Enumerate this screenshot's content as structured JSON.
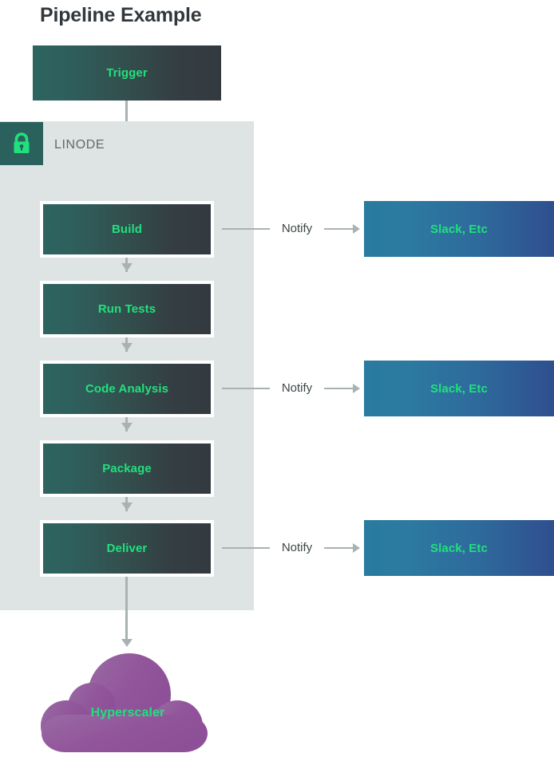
{
  "page": {
    "title": "Pipeline Example",
    "background": "#ffffff"
  },
  "colors": {
    "title_text": "#32373c",
    "panel_background": "#dde4e3",
    "badge_background": "#2a615c",
    "stage_gradient_start": "#2d6460",
    "stage_gradient_end": "#333a3f",
    "sink_gradient_start": "#2a7ba0",
    "sink_gradient_end": "#2f4f8e",
    "accent_green": "#21e07e",
    "connector_gray": "#a9b2b2",
    "notify_text": "#3d4548",
    "cloud_purple_light": "#9a64a0",
    "cloud_purple_dark": "#8e4f96",
    "panel_label_text": "#5f6b6a"
  },
  "trigger": {
    "label": "Trigger"
  },
  "linode_panel": {
    "label": "LINODE",
    "badge_icon": "lock-icon"
  },
  "stages": [
    {
      "id": "build",
      "label": "Build",
      "notifies": true
    },
    {
      "id": "run-tests",
      "label": "Run Tests",
      "notifies": false
    },
    {
      "id": "code-analysis",
      "label": "Code Analysis",
      "notifies": true
    },
    {
      "id": "package",
      "label": "Package",
      "notifies": false
    },
    {
      "id": "deliver",
      "label": "Deliver",
      "notifies": true
    }
  ],
  "notifications": [
    {
      "edge_label": "Notify",
      "target_label": "Slack, Etc"
    },
    {
      "edge_label": "Notify",
      "target_label": "Slack, Etc"
    },
    {
      "edge_label": "Notify",
      "target_label": "Slack, Etc"
    }
  ],
  "cloud": {
    "label": "Hyperscaler"
  }
}
